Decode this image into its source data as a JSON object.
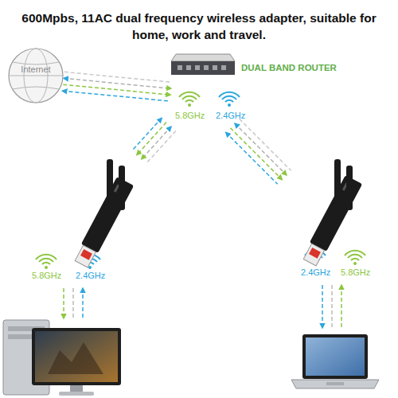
{
  "diagram": {
    "title": "600Mpbs, 11AC dual frequency wireless adapter, suitable for home, work and travel.",
    "nodes": [
      {
        "text": [
          "Internet"
        ]
      },
      {
        "text": [
          "DUAL BAND ROUTER",
          "5.8GHz",
          "2.4GHz"
        ]
      },
      {
        "text": [
          "5.8GHz",
          "2.4GHz"
        ]
      },
      {
        "text": [
          "2.4GHz",
          "5.8GHz"
        ]
      }
    ],
    "edges": [
      {
        "from": 0,
        "to": 1,
        "arrow": "both"
      },
      {
        "from": 1,
        "to": 2,
        "arrow": "both"
      },
      {
        "from": 1,
        "to": 3,
        "arrow": "both"
      }
    ]
  }
}
